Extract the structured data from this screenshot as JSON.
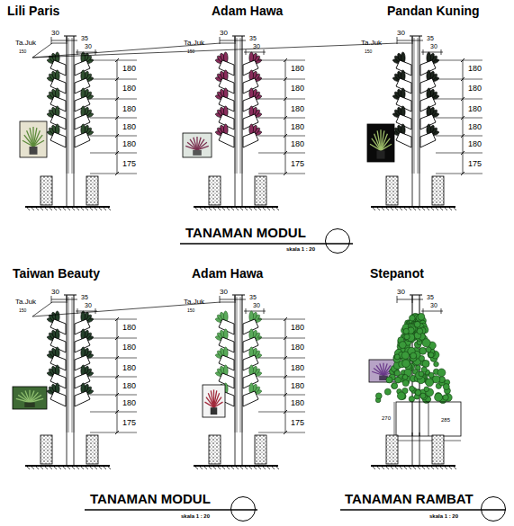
{
  "diagram": {
    "labels": [
      "Lili Paris",
      "30",
      "35",
      "30",
      "Ta.Juk",
      "150",
      "180",
      "180",
      "180",
      "180",
      "180",
      "175",
      "Adam Hawa",
      "30",
      "35",
      "30",
      "Ta.Juk",
      "150",
      "180",
      "180",
      "180",
      "180",
      "180",
      "175",
      "Pandan Kuning",
      "30",
      "35",
      "30",
      "Ta.Juk",
      "150",
      "180",
      "180",
      "180",
      "180",
      "180",
      "175",
      "TANAMAN MODUL",
      "skala 1 : 20",
      "Taiwan Beauty",
      "30",
      "35",
      "30",
      "Ta.Juk",
      "150",
      "180",
      "180",
      "180",
      "180",
      "180",
      "175",
      "Adam Hawa",
      "30",
      "35",
      "30",
      "Ta.Juk",
      "150",
      "180",
      "180",
      "180",
      "180",
      "180",
      "175",
      "Stepanot",
      "30",
      "35",
      "30",
      "270",
      "285",
      "TANAMAN MODUL",
      "skala 1 : 20",
      "TANAMAN RAMBAT",
      "skala 1 : 20"
    ]
  }
}
